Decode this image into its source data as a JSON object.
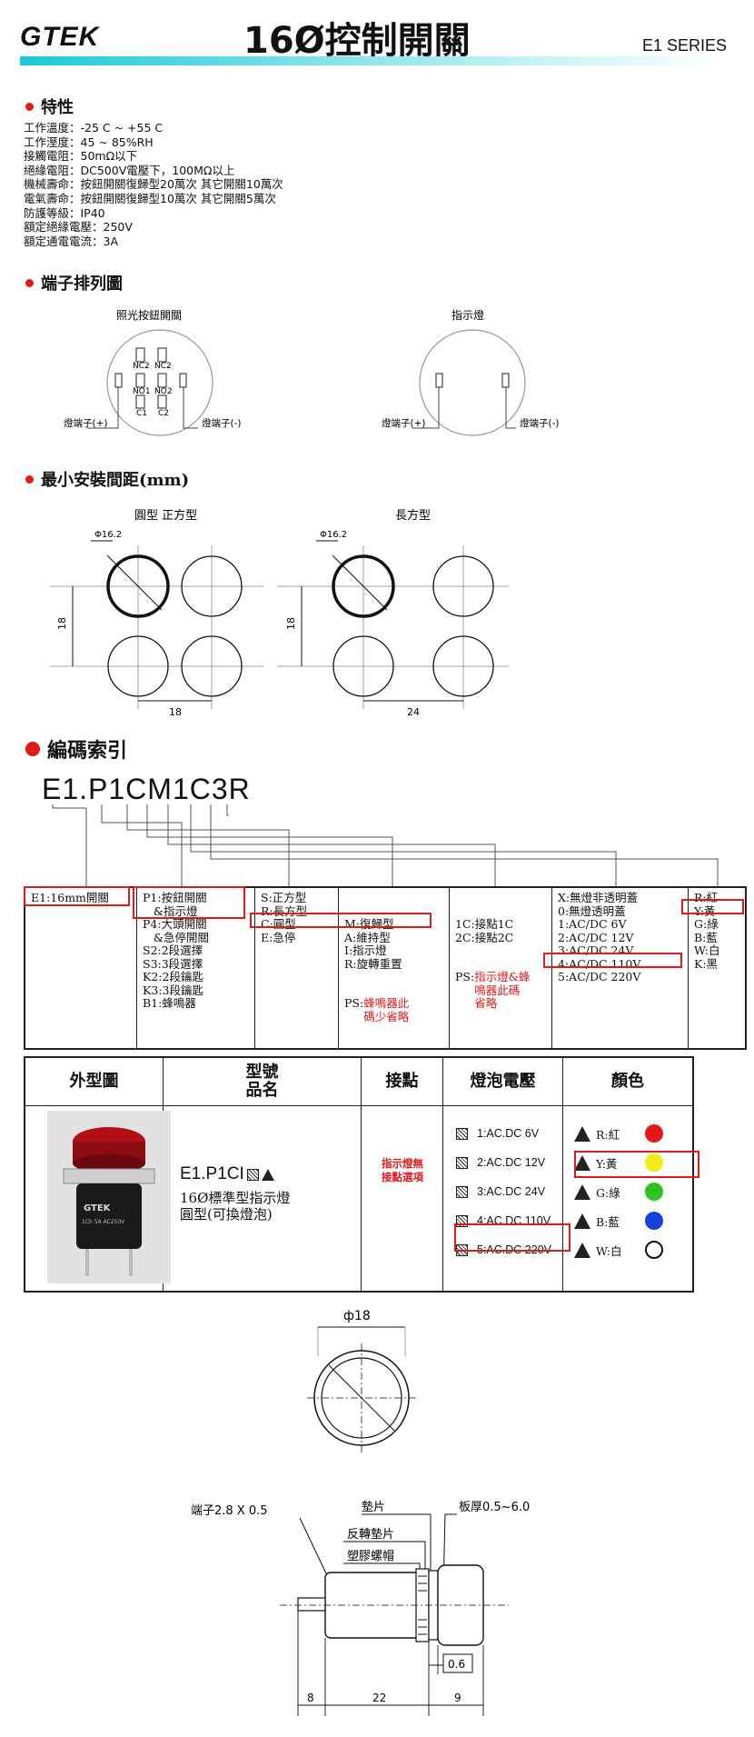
{
  "header": {
    "brand": "GTEK",
    "title": "16Ø控制開關",
    "series": "E1 SERIES"
  },
  "sections": {
    "characteristics": "特性",
    "terminal": "端子排列圖",
    "spacing": "最小安裝間距(mm)",
    "coding": "編碼索引"
  },
  "specs": [
    "工作溫度：-25 C ~ +55 C",
    "工作溼度：45 ~ 85%RH",
    "接觸電阻：50mΩ以下",
    "絕緣電阻：DC500V電壓下，100MΩ以上",
    "機械壽命：按鈕開關復歸型20萬次 其它開關10萬次",
    "電氣壽命：按鈕開關復歸型10萬次 其它開關5萬次",
    "防護等級：IP40",
    "額定絕緣電壓：250V",
    "額定通電電流：3A"
  ],
  "terminal": {
    "left_title": "照光按鈕開關",
    "right_title": "指示燈",
    "nc2a": "NC2",
    "nc2b": "NC2",
    "no1": "NO1",
    "no2": "NO2",
    "c1": "C1",
    "c2": "C2",
    "plus": "燈端子(+)",
    "minus": "燈端子(-)"
  },
  "spacing": {
    "left_title": "圓型 正方型",
    "right_title": "長方型",
    "dia": "Φ16.2",
    "dim18": "18",
    "dim24": "24"
  },
  "code": {
    "text": "E1.P1CM1C3R"
  },
  "code_table": [
    "E1:16mm開關",
    "P1:按鈕開關\n   &指示燈\nP4:大頭開關\n   &急停開關\nS2:2段選擇\nS3:3段選擇\nK2:2段鑰匙\nK3:3段鑰匙\nB1:蜂鳴器",
    "S:正方型\nR:長方型\nC:圓型\nE:急停",
    "M:復歸型\nA:維持型\nI:指示燈\nR:旋轉重置",
    "1C:接點1C\n2C:接點2C",
    "X:無燈非透明蓋\n0:無燈透明蓋\n1:AC/DC 6V\n2:AC/DC 12V\n3:AC/DC 24V\n4:AC/DC 110V\n5:AC/DC 220V",
    "R:紅\nY:黃\nG:綠\nB:藍\nW:白\nK:黑"
  ],
  "code_table_red": {
    "ps_label": "PS:",
    "ps_text": "蜂鳴器此\n碼少省略",
    "ps2_label": "PS:",
    "ps2_text": "指示燈&蜂\n鳴器此碼\n省略"
  },
  "product_table": {
    "headers": [
      "外型圖",
      "型號\n品名",
      "接點",
      "燈泡電壓",
      "顏色"
    ],
    "model": "E1.P1CI",
    "model_desc": "16Ø標準型指示燈\n圓型(可換燈泡)",
    "contact_note": "指示燈無\n接點選項",
    "voltages": [
      "1:AC.DC 6V",
      "2:AC.DC 12V",
      "3:AC.DC 24V",
      "4:AC.DC 110V",
      "5:AC.DC 220V"
    ],
    "colors": [
      {
        "label": "R:紅",
        "color": "#e01919"
      },
      {
        "label": "Y:黃",
        "color": "#f2ec1b"
      },
      {
        "label": "G:綠",
        "color": "#2fc41f"
      },
      {
        "label": "B:藍",
        "color": "#1740d8"
      },
      {
        "label": "W:白",
        "color": "#ffffff"
      }
    ]
  },
  "photo": {
    "label": "GTEK",
    "sub": "1Ch 5A AC250V"
  },
  "drawing": {
    "phi18": "ф18",
    "terminal": "端子2.8 X 0.5",
    "washer": "墊片",
    "reverse": "反轉墊片",
    "nut": "塑膠螺帽",
    "thickness": "板厚0.5~6.0",
    "d8": "8",
    "d22": "22",
    "d9": "9",
    "d06": "0.6"
  }
}
